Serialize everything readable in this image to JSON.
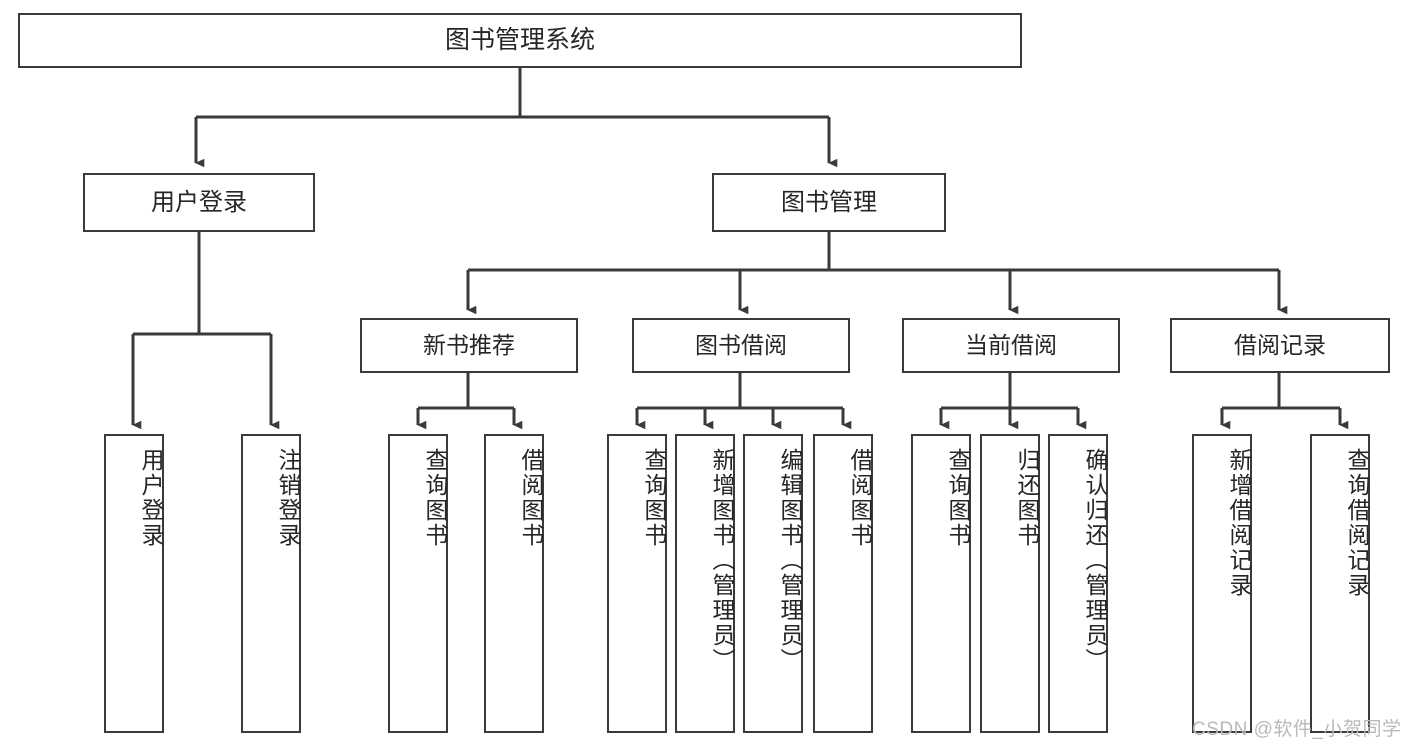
{
  "diagram": {
    "type": "tree-hierarchy-chart",
    "title": "图书管理系统",
    "watermark": "CSDN @软件_小贺同学",
    "colors": {
      "box_border": "#3a3a3a",
      "box_fill": "#ffffff",
      "connector": "#3a3a3a",
      "text": "#262626",
      "watermark": "#b9b9b9",
      "background": "#ffffff"
    },
    "root": {
      "label": "图书管理系统"
    },
    "level2": [
      {
        "label": "用户登录"
      },
      {
        "label": "图书管理"
      }
    ],
    "level3": [
      {
        "label": "新书推荐"
      },
      {
        "label": "图书借阅"
      },
      {
        "label": "当前借阅"
      },
      {
        "label": "借阅记录"
      }
    ],
    "leaves": {
      "user_login": [
        {
          "label": "用户登录"
        },
        {
          "label": "注销登录"
        }
      ],
      "new_book_recommend": [
        {
          "label": "查询图书"
        },
        {
          "label": "借阅图书"
        }
      ],
      "book_borrow": [
        {
          "label": "查询图书"
        },
        {
          "label": "新增图书（管理员）"
        },
        {
          "label": "编辑图书（管理员）"
        },
        {
          "label": "借阅图书"
        }
      ],
      "current_borrow": [
        {
          "label": "查询图书"
        },
        {
          "label": "归还图书"
        },
        {
          "label": "确认归还（管理员）"
        }
      ],
      "borrow_record": [
        {
          "label": "新增借阅记录"
        },
        {
          "label": "查询借阅记录"
        }
      ]
    }
  }
}
